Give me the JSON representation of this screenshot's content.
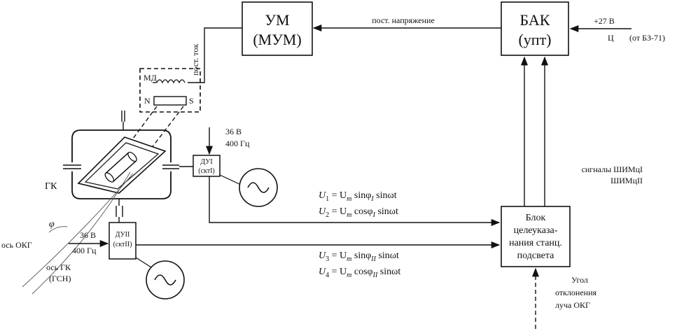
{
  "blocks": {
    "um": {
      "line1": "УМ",
      "line2": "(МУМ)"
    },
    "bak": {
      "line1": "БАК",
      "line2": "(упт)"
    },
    "blok": {
      "line1": "Блок",
      "line2": "целеуказа-",
      "line3": "нания станц.",
      "line4": "подсвета"
    },
    "dui1": {
      "line1": "ДУI",
      "line2": "(сктI)"
    },
    "dui2": {
      "line1": "ДУII",
      "line2": "(сктII)"
    },
    "md": "МД",
    "magnet_n": "N",
    "magnet_s": "S"
  },
  "labels": {
    "post_napr": "пост. напряжение",
    "post_tok": "пост. ток",
    "plus27": "+27 В",
    "ts": "Ц",
    "ot_b3": "(от БЗ-71)",
    "v36_top_1": "36 В",
    "v36_top_2": "400 Гц",
    "v36_left_1": "36 В",
    "v36_left_2": "400 Гц",
    "gk": "ГК",
    "phi": "φ",
    "os_okg": "ось ОКГ",
    "os_gk_1": "ось ГК",
    "os_gk_2": "(ГСН)",
    "signals_1": "сигналы ШИМцI",
    "signals_2": "ШИМцII",
    "angle_1": "Угол",
    "angle_2": "отклонения",
    "angle_3": "луча ОКГ"
  },
  "formulas": {
    "u1": {
      "lhs": "U",
      "sub": "1",
      "rest": " = U",
      "msub": "m",
      "fn": " sinφ",
      "arg": "I",
      "tail": " sinωt"
    },
    "u2": {
      "lhs": "U",
      "sub": "2",
      "rest": " = U",
      "msub": "m",
      "fn": " cosφ",
      "arg": "I",
      "tail": " sinωt"
    },
    "u3": {
      "lhs": "U",
      "sub": "3",
      "rest": " = U",
      "msub": "m",
      "fn": " sinφ",
      "arg": "II",
      "tail": " sinωt"
    },
    "u4": {
      "lhs": "U",
      "sub": "4",
      "rest": " = U",
      "msub": "m",
      "fn": " cosφ",
      "arg": "II",
      "tail": " sinωt"
    }
  }
}
